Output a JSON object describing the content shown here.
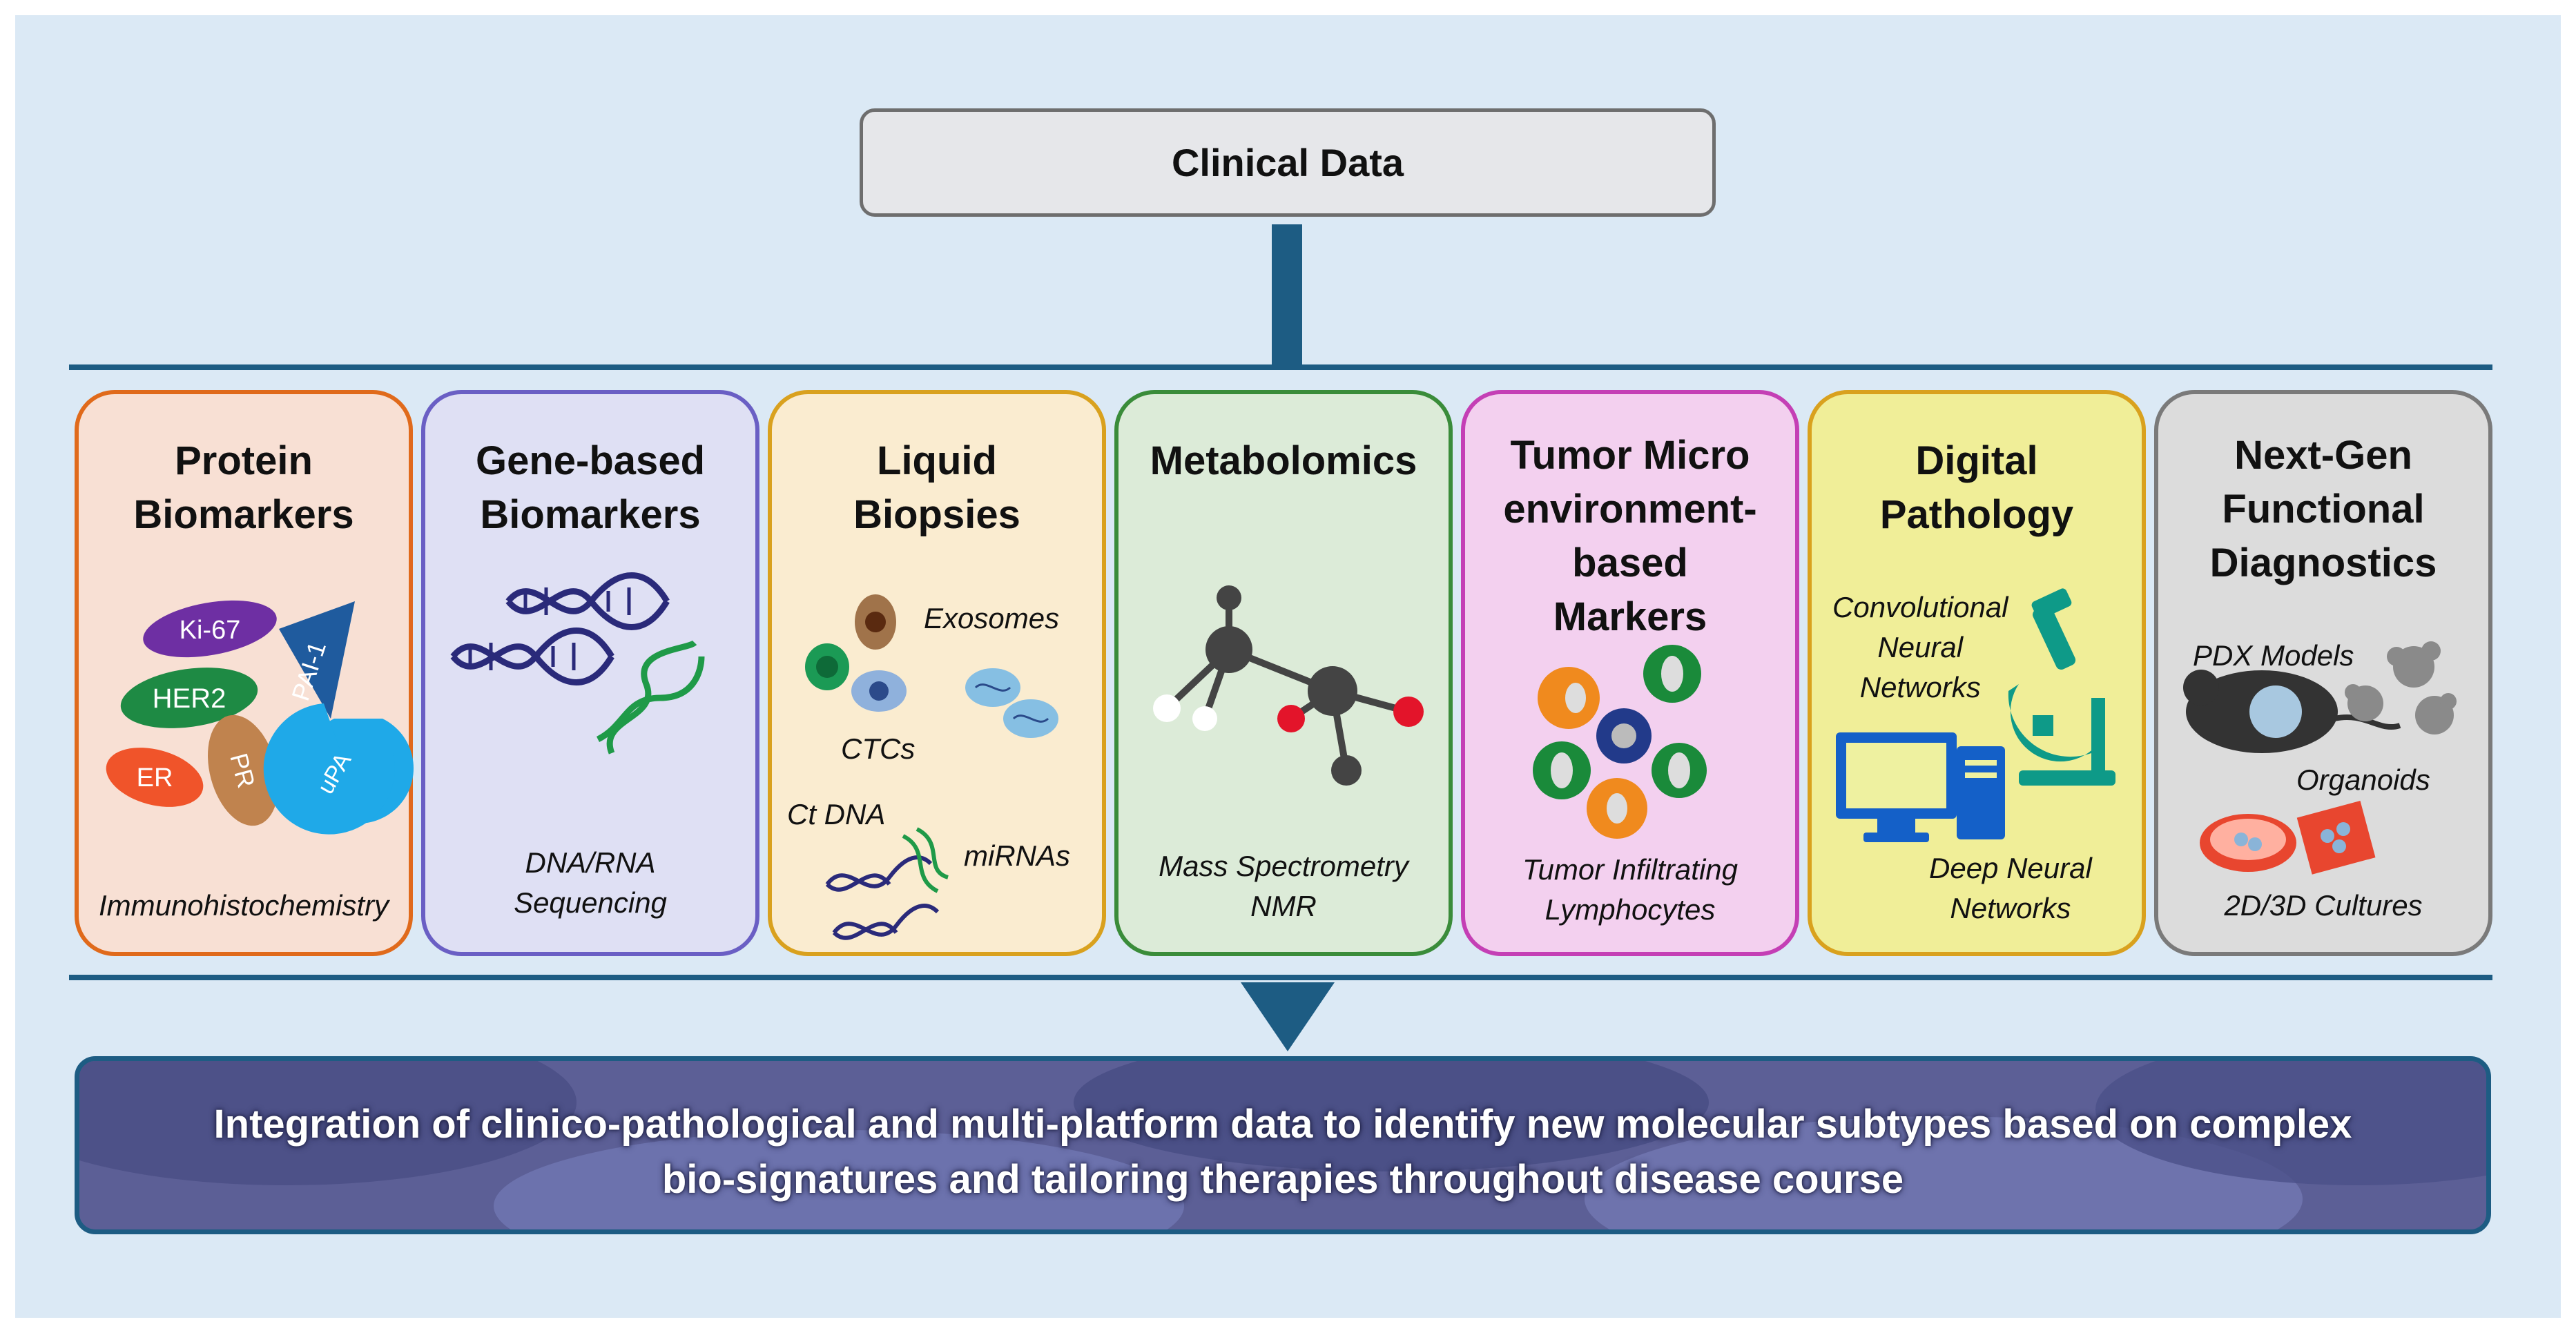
{
  "header": {
    "clinical_data": "Clinical Data"
  },
  "cards": [
    {
      "title": "Protein\nBiomarkers",
      "border": "#e06a1b",
      "fill": "#f8e0d4",
      "markers": [
        "Ki-67",
        "HER2",
        "PAI-1",
        "ER",
        "PR",
        "uPA"
      ],
      "caption": "Immunohistochemistry"
    },
    {
      "title": "Gene-based\nBiomarkers",
      "border": "#6a5fc4",
      "fill": "#dfe0f4",
      "caption": "DNA/RNA\nSequencing"
    },
    {
      "title": "Liquid\nBiopsies",
      "border": "#d9a11e",
      "fill": "#faecd0",
      "labels": {
        "exosomes": "Exosomes",
        "ctcs": "CTCs",
        "ctdna": "Ct DNA",
        "mirnas": "miRNAs"
      }
    },
    {
      "title": "Metabolomics",
      "border": "#3a8c3a",
      "fill": "#dcebd8",
      "caption": "Mass Spectrometry\nNMR"
    },
    {
      "title": "Tumor Micro\nenvironment-\nbased\nMarkers",
      "border": "#c43fb5",
      "fill": "#f3d0ef",
      "caption": "Tumor Infiltrating\nLymphocytes"
    },
    {
      "title": "Digital\nPathology",
      "border": "#d9a11e",
      "fill": "#f0ee98",
      "labels": {
        "cnn": "Convolutional\nNeural\nNetworks",
        "dnn": "Deep Neural\nNetworks"
      }
    },
    {
      "title": "Next-Gen\nFunctional\nDiagnostics",
      "border": "#7a7a7a",
      "fill": "#dcdcdc",
      "labels": {
        "pdx": "PDX Models",
        "organoids": "Organoids",
        "cultures": "2D/3D Cultures"
      }
    }
  ],
  "banner": {
    "text": "Integration of clinico-pathological and multi-platform data to identify new molecular subtypes based on complex\nbio-signatures and tailoring therapies throughout disease course"
  },
  "colors": {
    "background": "#dbe9f5",
    "accent": "#1d5c83",
    "banner_fill": "#5c5f96"
  }
}
